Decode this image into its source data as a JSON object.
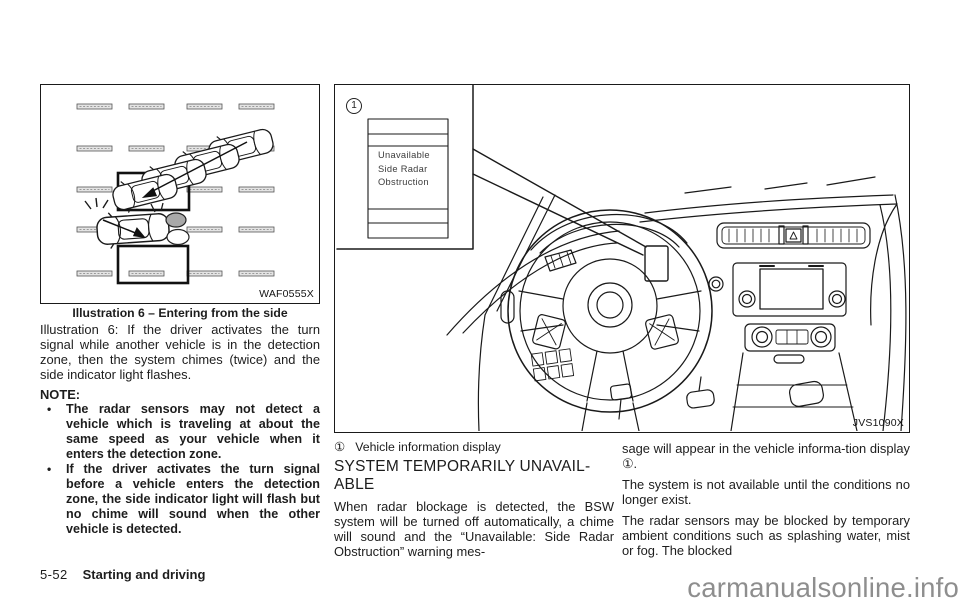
{
  "page": {
    "footer": {
      "page_number": "5-52",
      "section": "Starting and driving"
    },
    "watermark": "carmanualsonline.info"
  },
  "colors": {
    "text": "#1d1d1d",
    "line_art": "#1a1a1a",
    "watermark": "#8e8e8e",
    "lane_dash_fill": "#e4e4e4",
    "chime_ellipse_gray": "#a9a9a9"
  },
  "left_column": {
    "figure": {
      "label": "WAF0555X",
      "caption": "Illustration 6 – Entering from the side"
    },
    "paragraph": "Illustration 6: If the driver activates the turn signal while another vehicle is in the detection zone, then the system chimes (twice) and the side indicator light flashes.",
    "note": {
      "label": "NOTE:",
      "bullet_char": "•",
      "bullets": [
        "The radar sensors may not detect a vehicle which is traveling at about the same speed as your vehicle when it enters the detection zone.",
        "If the driver activates the turn signal before a vehicle enters the detection zone, the side indicator light will flash but no chime will sound when the other vehicle is detected."
      ]
    }
  },
  "main": {
    "figure": {
      "label": "JVS1090X",
      "callout_number": "1",
      "display_lines": [
        "Unavailable",
        "Side Radar",
        "Obstruction"
      ]
    },
    "figure_caption": {
      "marker": "①",
      "text": "Vehicle information display"
    },
    "heading_line1": "SYSTEM TEMPORARILY UNAVAIL-",
    "heading_line2": "ABLE",
    "col1_paragraph": "When radar blockage is detected, the BSW system will be turned off automatically, a chime will sound and the “Unavailable: Side Radar Obstruction” warning mes-",
    "col2_paragraphs": [
      "sage will appear in the vehicle informa-tion display ①.",
      "The system is not available until the conditions no longer exist.",
      "The radar sensors may be blocked by temporary ambient conditions such as splashing water, mist or fog. The blocked"
    ]
  }
}
